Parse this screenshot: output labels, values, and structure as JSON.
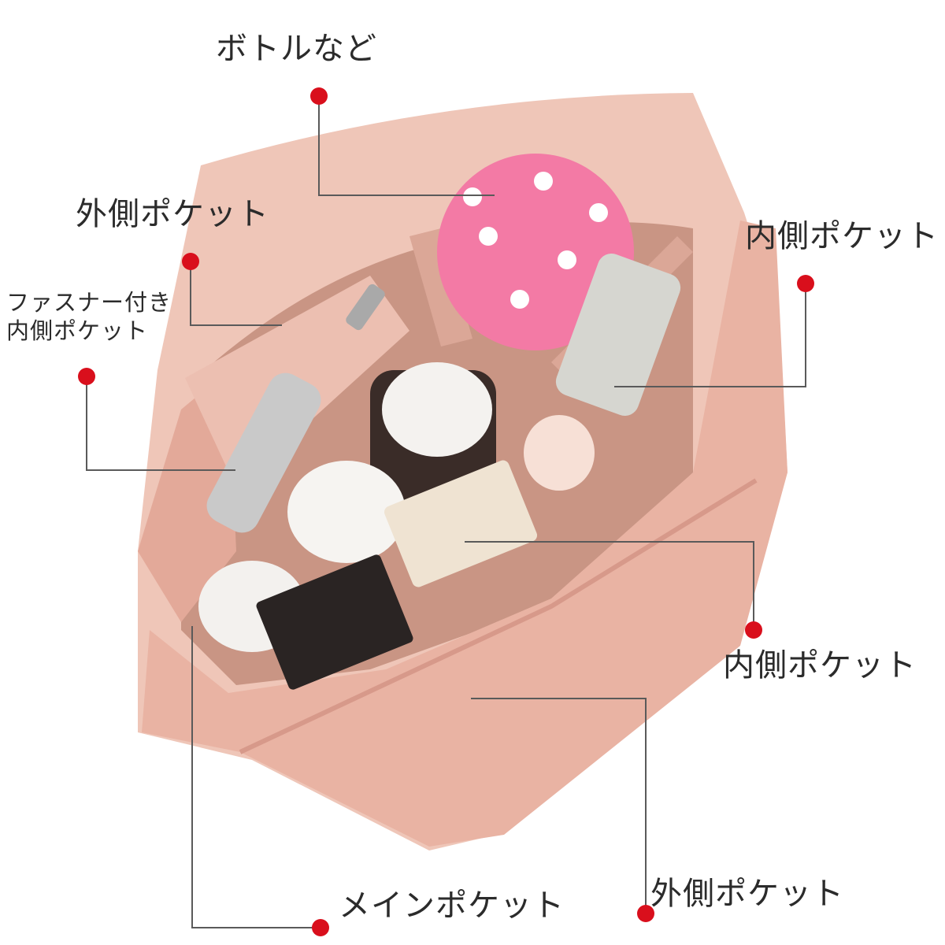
{
  "colors": {
    "dot": "#d90f1c",
    "leader": "#5a5a5a",
    "felt": "#eab7a9",
    "felt_dark": "#d99d8c",
    "ball": "#f37aa5"
  },
  "callouts": {
    "bottle": "ボトルなど",
    "outer_pocket_top": "外側ポケット",
    "zipper_pocket_line1": "ファスナー付き",
    "zipper_pocket_line2": "内側ポケット",
    "inner_pocket_right_top": "内側ポケット",
    "inner_pocket_right_bottom": "内側ポケット",
    "main_pocket": "メインポケット",
    "outer_pocket_bottom": "外側ポケット"
  }
}
